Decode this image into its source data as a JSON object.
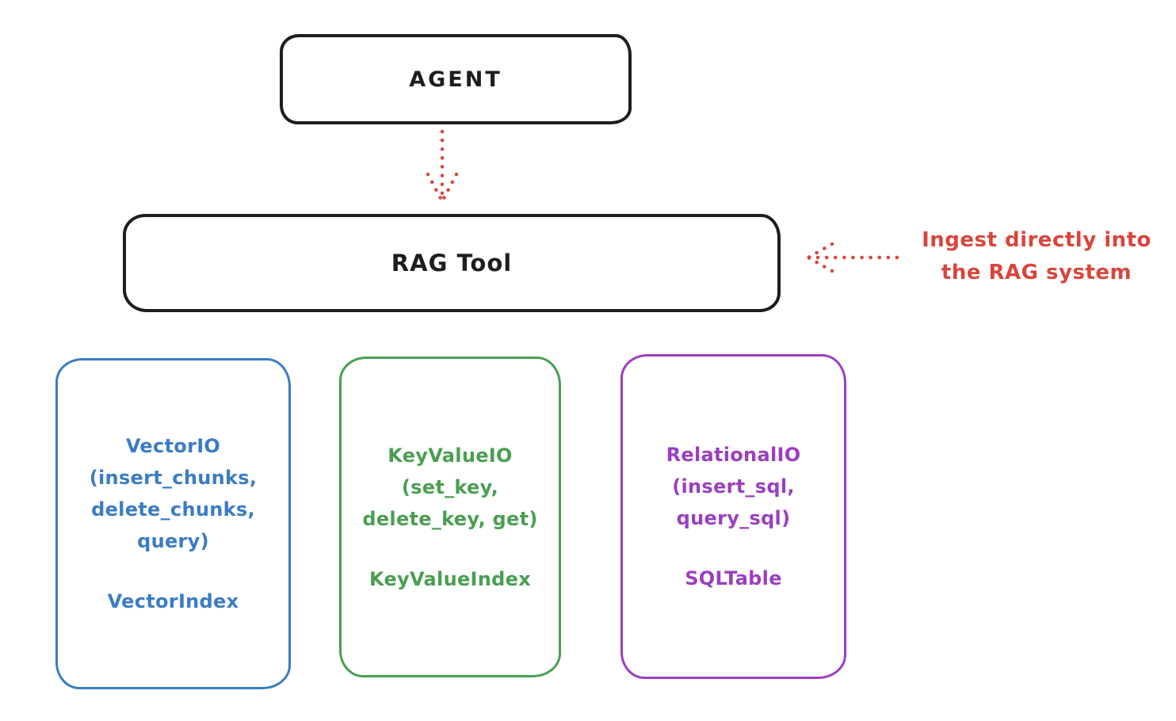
{
  "diagram": {
    "background": "#ffffff",
    "stroke_black": "#1e1e1e",
    "nodes": {
      "agent": {
        "label": "AGENT",
        "stroke": "#1e1e1e"
      },
      "rag_tool": {
        "label": "RAG Tool",
        "stroke": "#1e1e1e"
      },
      "vector_io": {
        "stroke": "#3b7cc4",
        "lines": [
          "VectorIO",
          "(insert_chunks,",
          "delete_chunks,",
          "query)"
        ],
        "index_label": "VectorIndex"
      },
      "key_value_io": {
        "stroke": "#4a9e52",
        "lines": [
          "KeyValueIO",
          "(set_key,",
          "delete_key, get)"
        ],
        "index_label": "KeyValueIndex"
      },
      "relational_io": {
        "stroke": "#9a3fc0",
        "lines": [
          "RelationalIO",
          "(insert_sql,",
          "query_sql)"
        ],
        "index_label": "SQLTable"
      }
    },
    "annotation": {
      "color": "#d8453c",
      "lines": [
        "Ingest directly into",
        "the RAG system"
      ]
    },
    "arrows": {
      "agent_to_rag": {
        "color": "#d8453c",
        "style": "dotted",
        "direction": "down"
      },
      "annotation_to_rag": {
        "color": "#d8453c",
        "style": "dotted",
        "direction": "left"
      }
    }
  }
}
